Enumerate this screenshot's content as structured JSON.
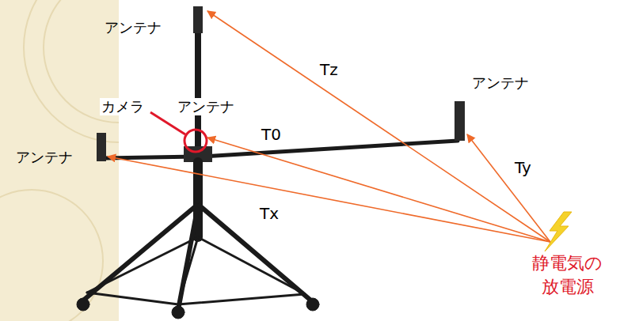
{
  "diagram": {
    "labels": [
      "アンテナ",
      "Tz",
      "カメラ",
      "アンテナ",
      "T0",
      "アンテナ",
      "アンテナ",
      "Ty",
      "Tx",
      "静電気の 放電源"
    ]
  }
}
